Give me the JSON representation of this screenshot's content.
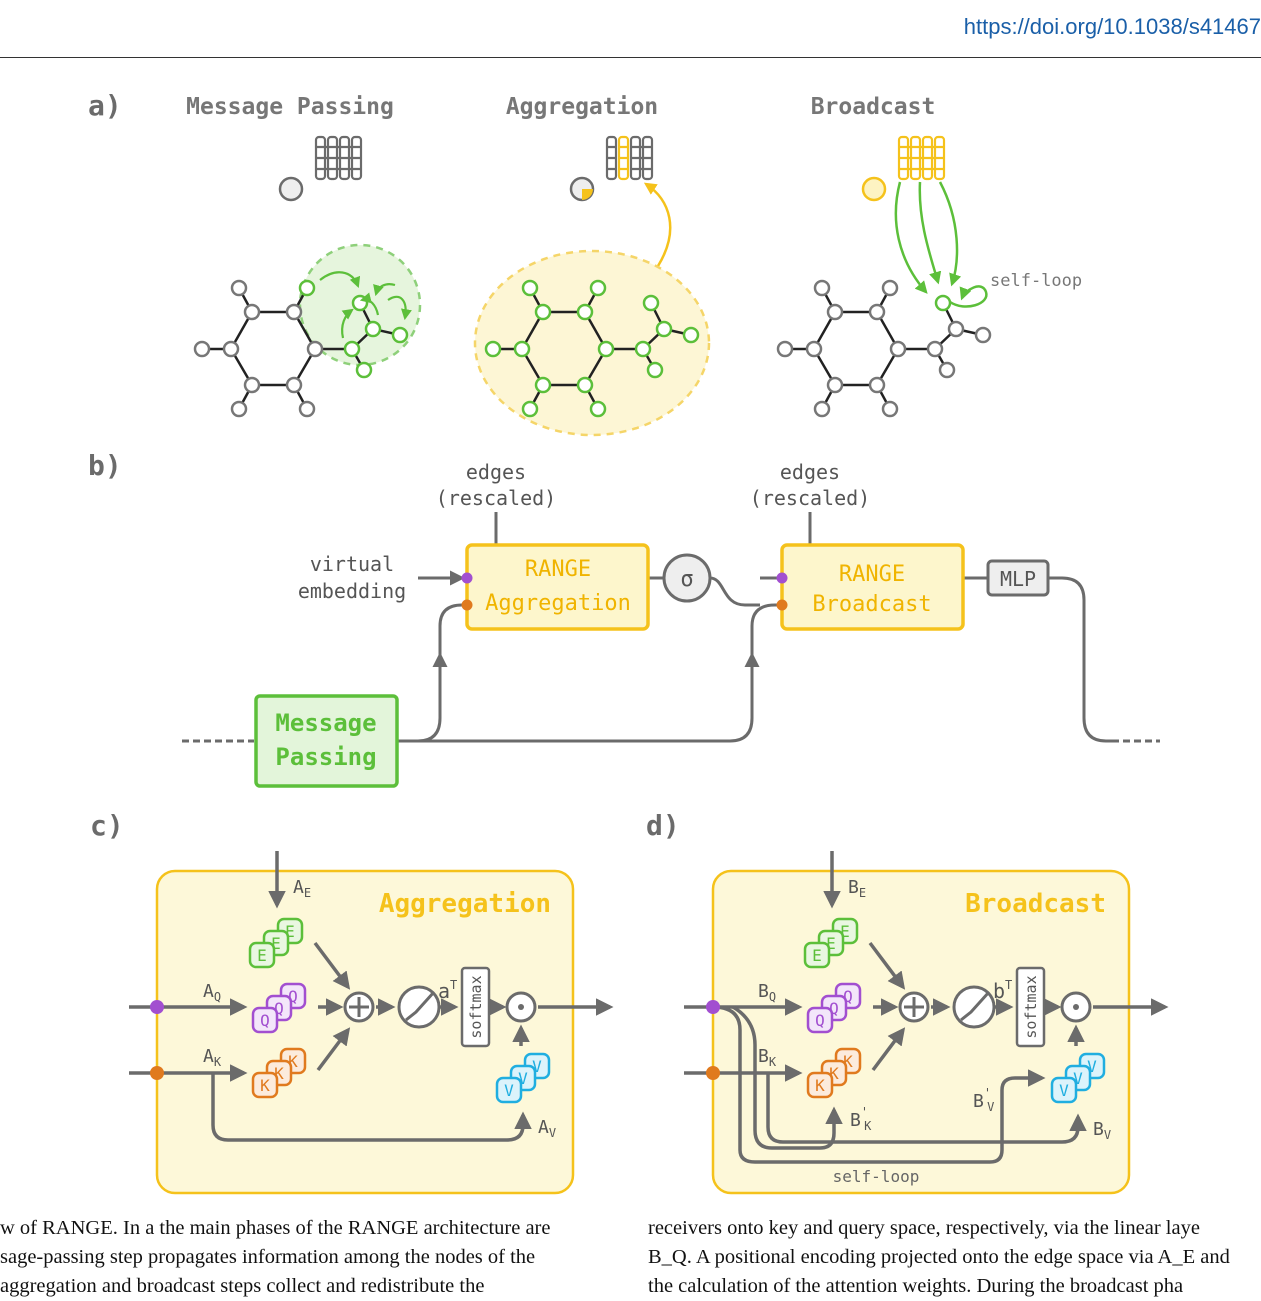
{
  "header": {
    "doi_text": "https://doi.org/10.1038/s41467"
  },
  "panel_a": {
    "label": "a)",
    "titles": [
      "Message Passing",
      "Aggregation",
      "Broadcast"
    ],
    "self_loop": "self-loop"
  },
  "panel_b": {
    "label": "b)",
    "edges_1": [
      "edges",
      "(rescaled)"
    ],
    "edges_2": [
      "edges",
      "(rescaled)"
    ],
    "virtual_embedding": [
      "virtual",
      "embedding"
    ],
    "agg_box": [
      "RANGE",
      "Aggregation"
    ],
    "bc_box": [
      "RANGE",
      "Broadcast"
    ],
    "sigma": "σ",
    "mlp": "MLP",
    "mp_box": [
      "Message",
      "Passing"
    ]
  },
  "panel_c": {
    "label": "c)",
    "title": "Aggregation",
    "A_E": "A",
    "A_E_sub": "E",
    "A_Q": "A",
    "A_Q_sub": "Q",
    "A_K": "A",
    "A_K_sub": "K",
    "A_V": "A",
    "A_V_sub": "V",
    "a_T": "a",
    "a_T_sup": "T",
    "softmax": "softmax"
  },
  "panel_d": {
    "label": "d)",
    "title": "Broadcast",
    "B_E": "B",
    "B_E_sub": "E",
    "B_Q": "B",
    "B_Q_sub": "Q",
    "B_K": "B",
    "B_K_sub": "K",
    "B_V": "B",
    "B_V_sub": "V",
    "B_K2": "B",
    "B_K2_sub": "K",
    "B_K2_sup": "'",
    "B_V2": "B",
    "B_V2_sub": "V",
    "B_V2_sup": "'",
    "b_T": "b",
    "b_T_sup": "T",
    "softmax": "softmax",
    "self_loop": "self-loop"
  },
  "tokens": {
    "E": "E",
    "Q": "Q",
    "K": "K",
    "V": "V"
  },
  "caption_left": [
    "w of RANGE. In a the main phases of the RANGE architecture are",
    "sage-passing step propagates information among the nodes of the",
    "aggregation and broadcast steps collect and redistribute the"
  ],
  "caption_right": [
    "receivers onto key and query space, respectively, via the linear laye",
    "B_Q. A positional encoding projected onto the edge space via A_E and",
    "the calculation of the attention weights. During the broadcast pha"
  ],
  "colors": {
    "green": "#5cbf3a",
    "green_fill": "#e3f5da",
    "yellow": "#f5c21b",
    "yellow_fill": "#fdf6cc",
    "purple": "#a24fd0",
    "orange": "#e07a1e",
    "cyan": "#20aee0",
    "gray": "#6b6b6b"
  }
}
